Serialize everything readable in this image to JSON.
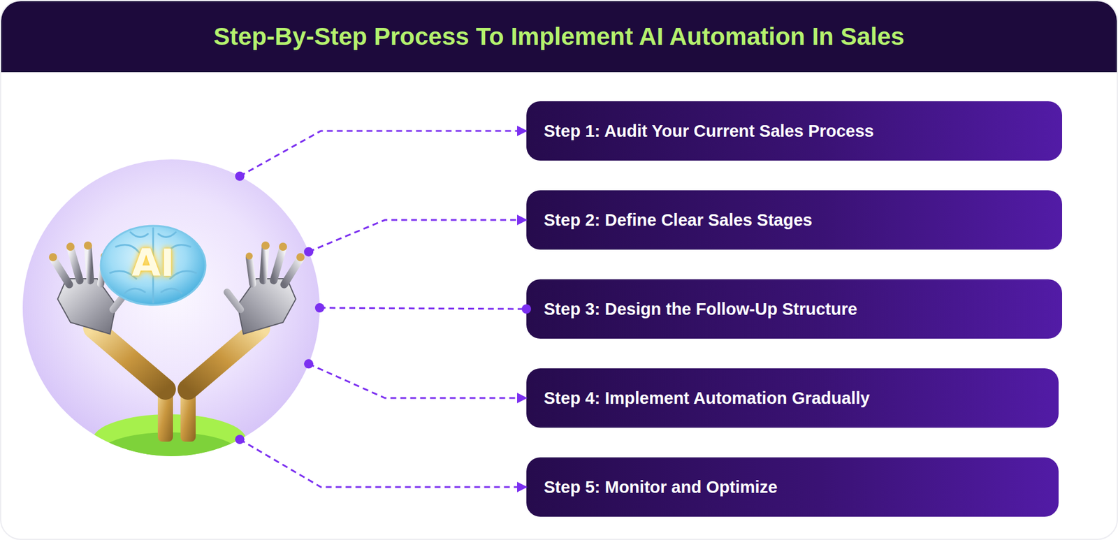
{
  "diagram": {
    "title": "Step-By-Step Process To Implement AI Automation In Sales",
    "nodes": [
      {
        "text": [
          "AI"
        ]
      },
      {
        "text": [
          "Step 1: Audit Your Current Sales Process"
        ]
      },
      {
        "text": [
          "Step 2: Define Clear Sales Stages"
        ]
      },
      {
        "text": [
          "Step 3: Design the Follow-Up Structure"
        ]
      },
      {
        "text": [
          "Step 4: Implement Automation Gradually"
        ]
      },
      {
        "text": [
          "Step 5: Monitor and Optimize"
        ]
      }
    ],
    "edges": [
      {
        "from": 0,
        "to": 1,
        "arrow": "to"
      },
      {
        "from": 0,
        "to": 2,
        "arrow": "to"
      },
      {
        "from": 0,
        "to": 3,
        "arrow": "none"
      },
      {
        "from": 0,
        "to": 4,
        "arrow": "to"
      },
      {
        "from": 0,
        "to": 5,
        "arrow": "to"
      }
    ]
  }
}
